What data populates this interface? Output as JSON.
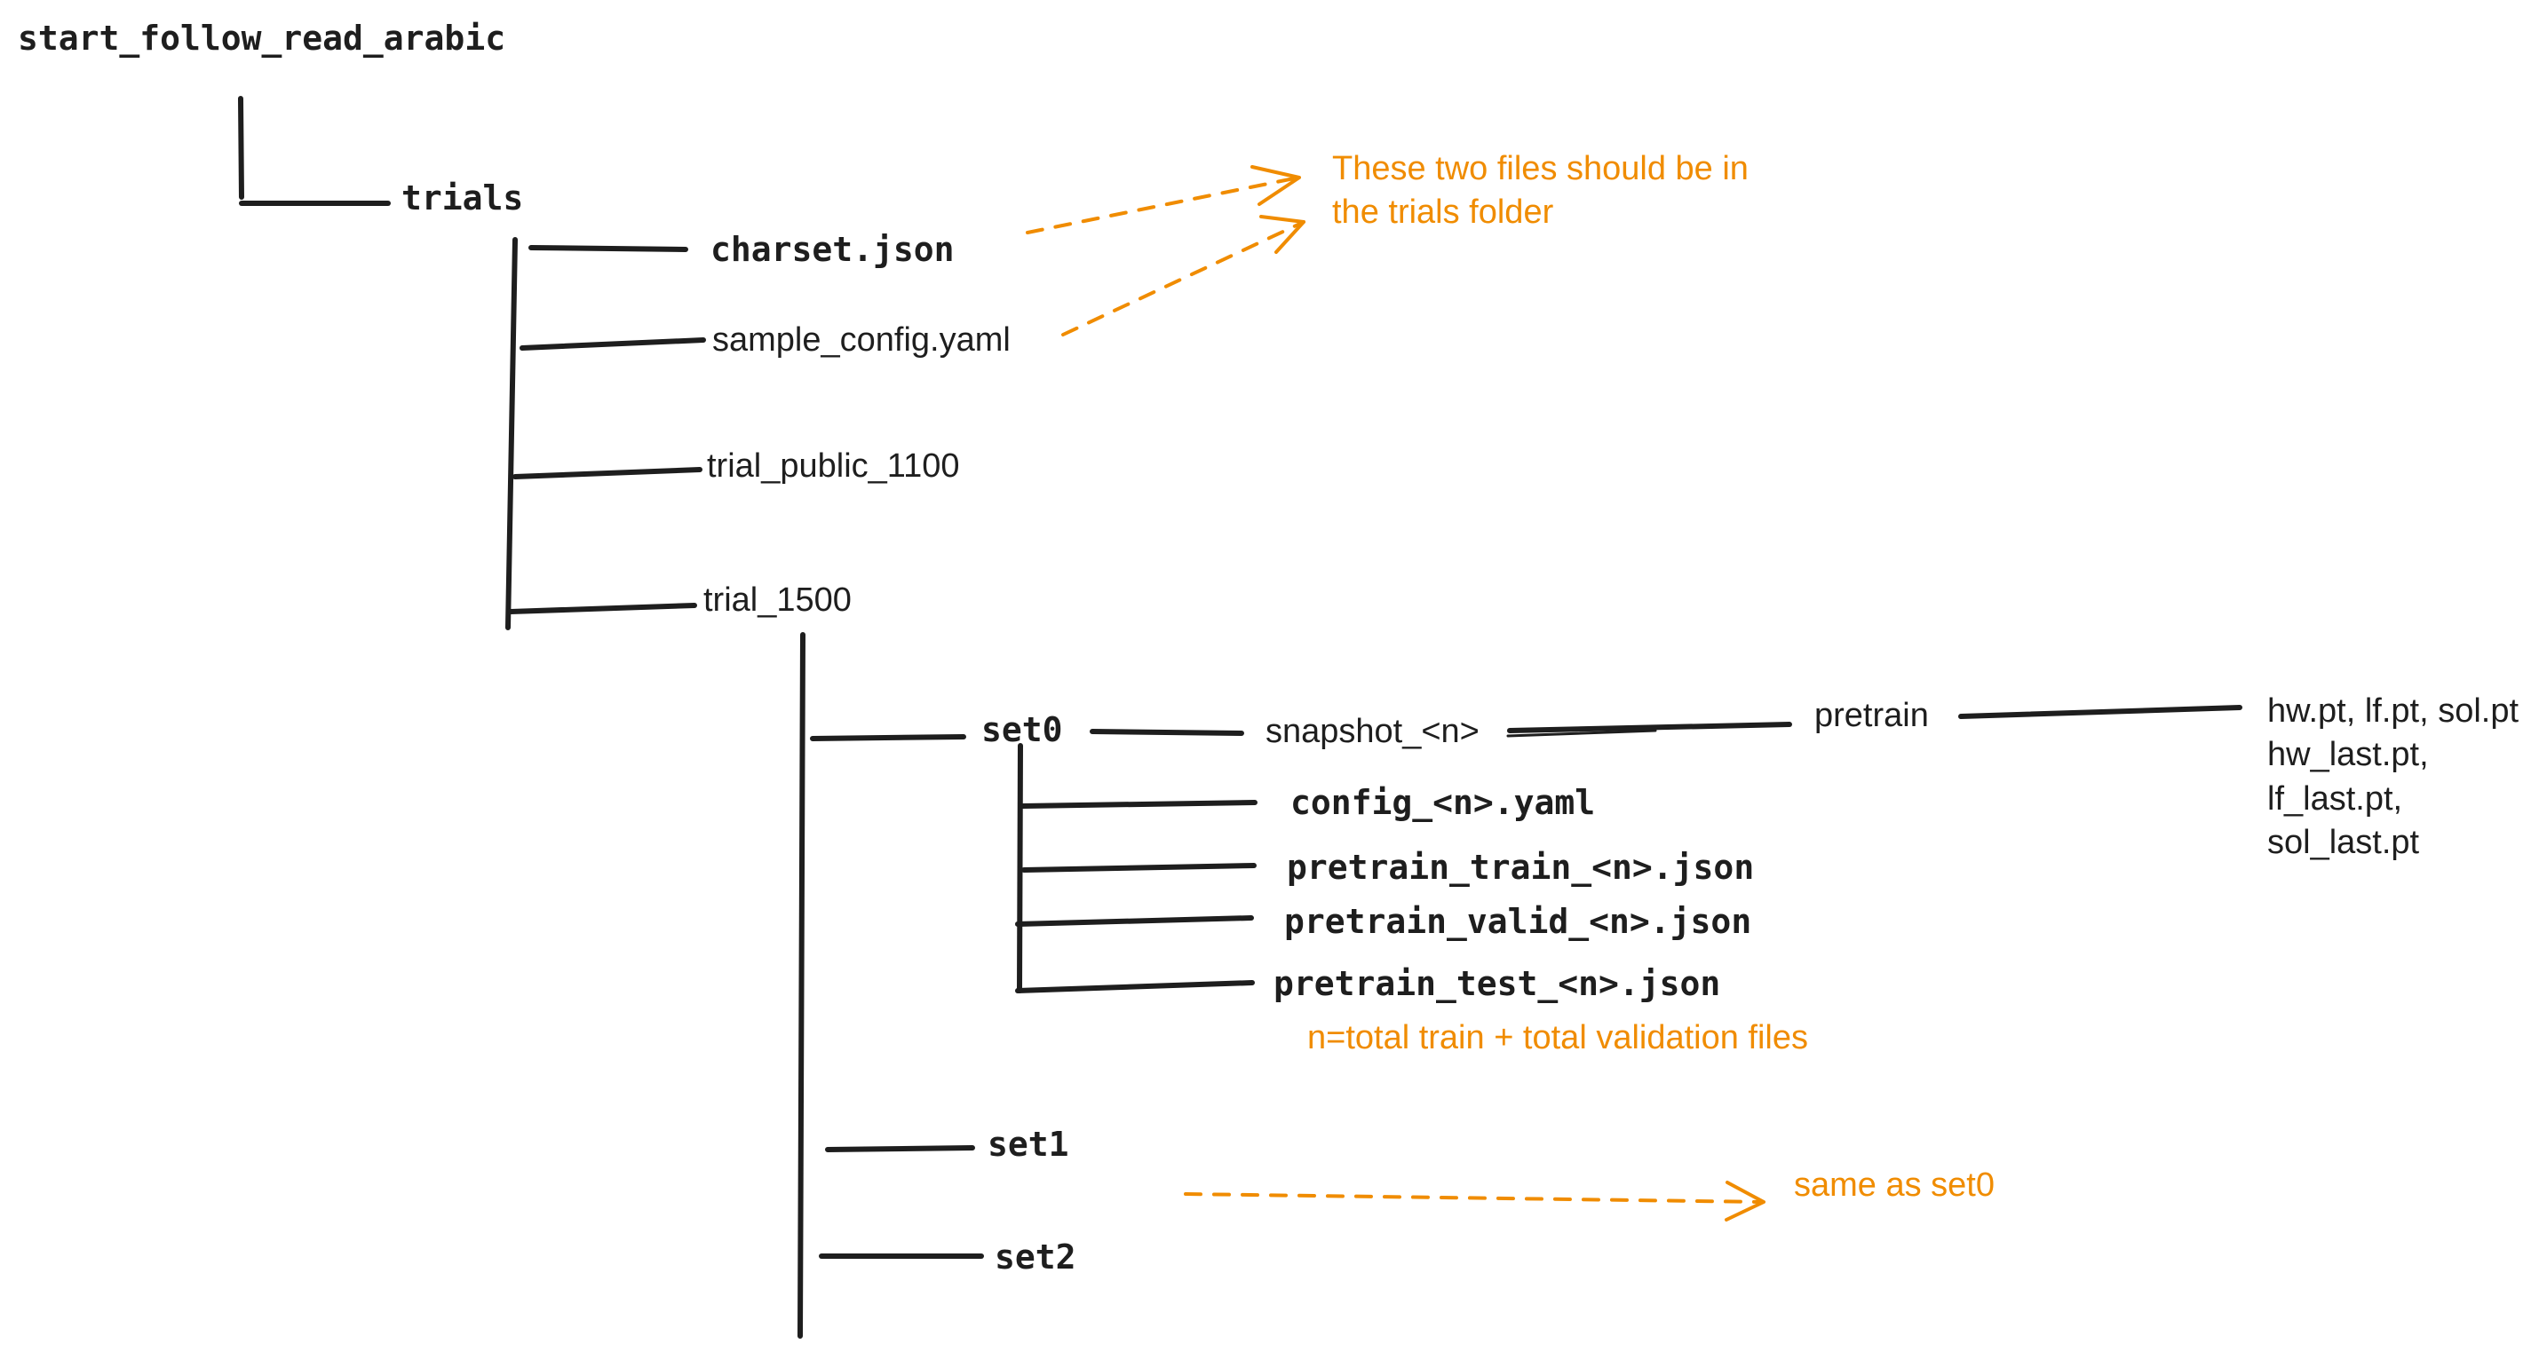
{
  "colors": {
    "ink": "#1e1e1e",
    "annotation": "#f08c00",
    "background": "#ffffff"
  },
  "tree": {
    "root": "start_follow_read_arabic",
    "trials": "trials",
    "charset": "charset.json",
    "sample_config": "sample_config.yaml",
    "trial_public": "trial_public_1100",
    "trial_1500": "trial_1500",
    "set0": "set0",
    "snapshot": "snapshot_<n>",
    "pretrain": "pretrain",
    "weights": [
      "hw.pt, lf.pt, sol.pt",
      "hw_last.pt,",
      "lf_last.pt,",
      "sol_last.pt"
    ],
    "config": "config_<n>.yaml",
    "pretrain_train": "pretrain_train_<n>.json",
    "pretrain_valid": "pretrain_valid_<n>.json",
    "pretrain_test": "pretrain_test_<n>.json",
    "set1": "set1",
    "set2": "set2"
  },
  "annotations": {
    "trials_files": [
      "These two files should be in",
      "the trials folder"
    ],
    "n_definition": "n=total train + total validation files",
    "same_as": "same as set0"
  }
}
